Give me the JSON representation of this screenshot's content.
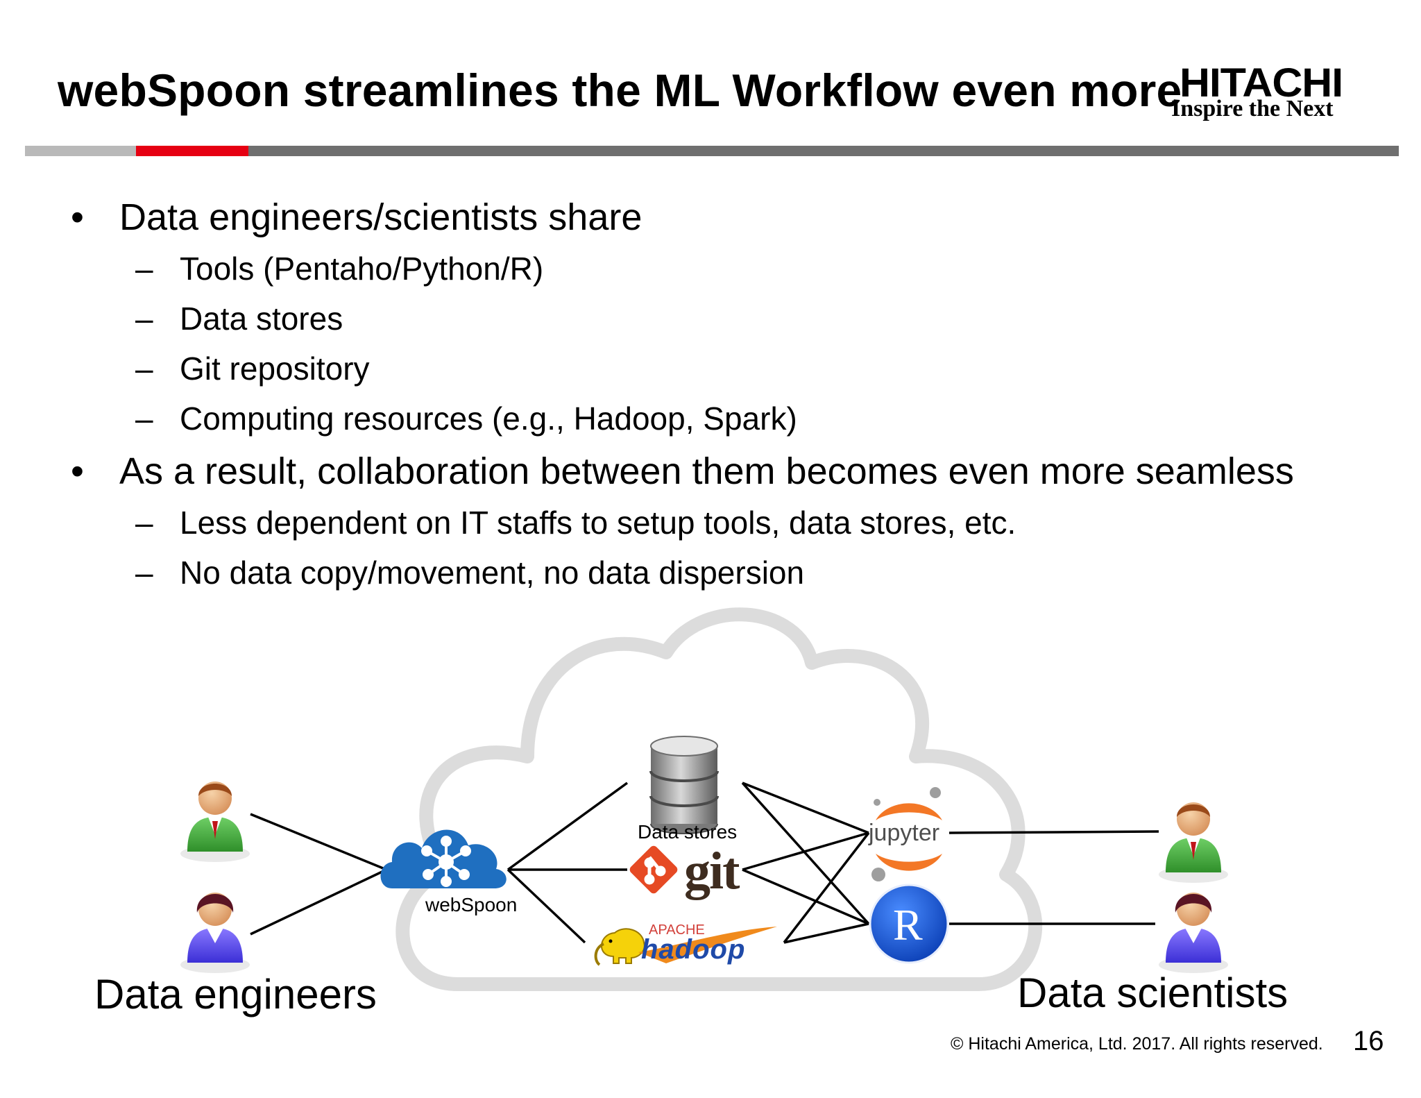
{
  "slide": {
    "title": "webSpoon streamlines the ML Workflow even more",
    "logo": {
      "brand": "HITACHI",
      "tagline": "Inspire the Next"
    },
    "colors": {
      "accent_red": "#e60012",
      "rule_grey": "#6f6f6f",
      "cloud_grey": "#d9d9d9"
    },
    "bullets": [
      {
        "bullet": "•",
        "text": "Data engineers/scientists share",
        "sub": [
          "Tools (Pentaho/Python/R)",
          "Data stores",
          "Git repository",
          "Computing resources (e.g., Hadoop, Spark)"
        ]
      },
      {
        "bullet": "•",
        "text": "As a result, collaboration between them becomes even more seamless",
        "sub": [
          "Less dependent on IT staffs to setup tools, data stores, etc.",
          "No data copy/movement, no data dispersion"
        ]
      }
    ],
    "dash": "–",
    "diagram": {
      "left_group_label": "Data engineers",
      "right_group_label": "Data scientists",
      "webspoon_label": "webSpoon",
      "datastores_label": "Data stores",
      "git_label": "git",
      "hadoop_top_label": "APACHE",
      "hadoop_label": "hadoop",
      "jupyter_label": "jupyter",
      "r_label": "R",
      "icons": [
        "person-green-icon",
        "person-purple-icon",
        "cloud-network-icon",
        "database-icon",
        "git-icon",
        "hadoop-elephant-icon",
        "jupyter-icon",
        "r-logo-icon"
      ]
    },
    "footer": {
      "copyright": "© Hitachi America, Ltd. 2017. All rights reserved.",
      "page_number": "16"
    }
  }
}
